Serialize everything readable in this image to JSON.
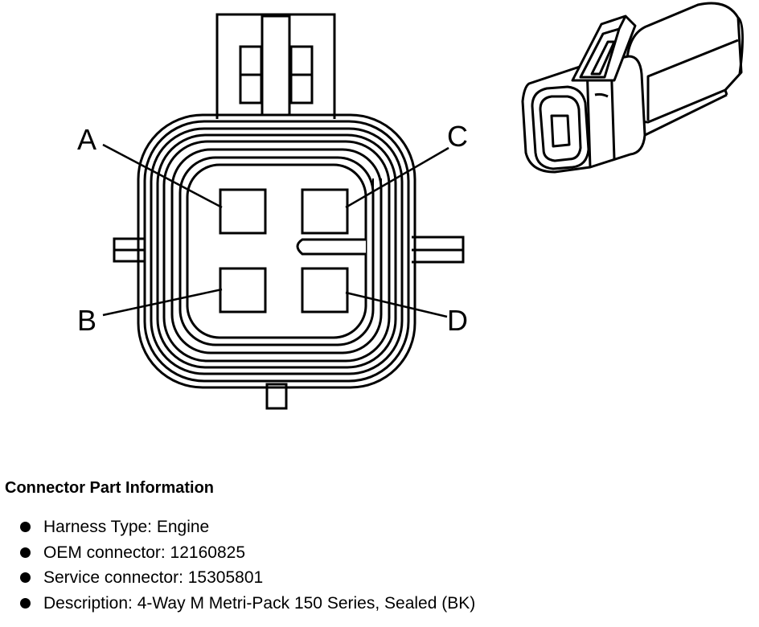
{
  "pins": [
    {
      "id": "a",
      "label": "A"
    },
    {
      "id": "b",
      "label": "B"
    },
    {
      "id": "c",
      "label": "C"
    },
    {
      "id": "d",
      "label": "D"
    }
  ],
  "info": {
    "heading": "Connector Part Information",
    "items": [
      {
        "label": "Harness Type",
        "value": "Engine",
        "text": "Harness Type: Engine"
      },
      {
        "label": "OEM connector",
        "value": "12160825",
        "text": "OEM connector: 12160825"
      },
      {
        "label": "Service connector",
        "value": "15305801",
        "text": "Service connector: 15305801"
      },
      {
        "label": "Description",
        "value": "4-Way M Metri-Pack 150 Series, Sealed (BK)",
        "text": "Description: 4-Way M Metri-Pack 150 Series, Sealed (BK)"
      }
    ]
  },
  "colors": {
    "line": "#000000",
    "background": "#ffffff"
  }
}
